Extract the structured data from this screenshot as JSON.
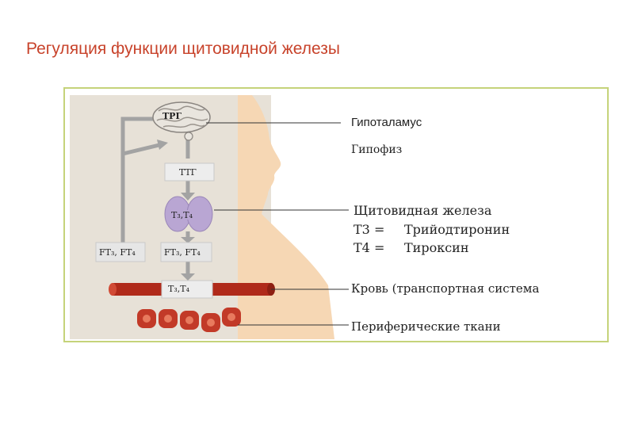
{
  "title": "Регуляция функции щитовидной железы",
  "hormones": {
    "trg": "ТРГ",
    "ttg": "ТТГ",
    "t3t4_gland": "T₃,T₄",
    "ft_left": "FT₃, FT₄",
    "ft_right": "FT₃, FT₄",
    "t3t4_blood": "T₃,T₄"
  },
  "labels": {
    "hypothalamus": "Гипоталамус",
    "pituitary": "Гипофиз",
    "thyroid": "Щитовидная железа",
    "t3_symbol": "T3 =",
    "t3_name": "Трийодтиронин",
    "t4_symbol": "T4 =",
    "t4_name": "Тироксин",
    "blood": "Кровь (транспортная система",
    "tissues": "Периферические ткани"
  },
  "colors": {
    "title": "#c8432b",
    "frame": "#c5d37a",
    "panel": "#e7e1d7",
    "skin": "#f6d7b4",
    "arrow": "#a3a3a3",
    "thyroid": "#b9a6d3",
    "blood": "#b02a1a",
    "cells": "#c23a28"
  }
}
